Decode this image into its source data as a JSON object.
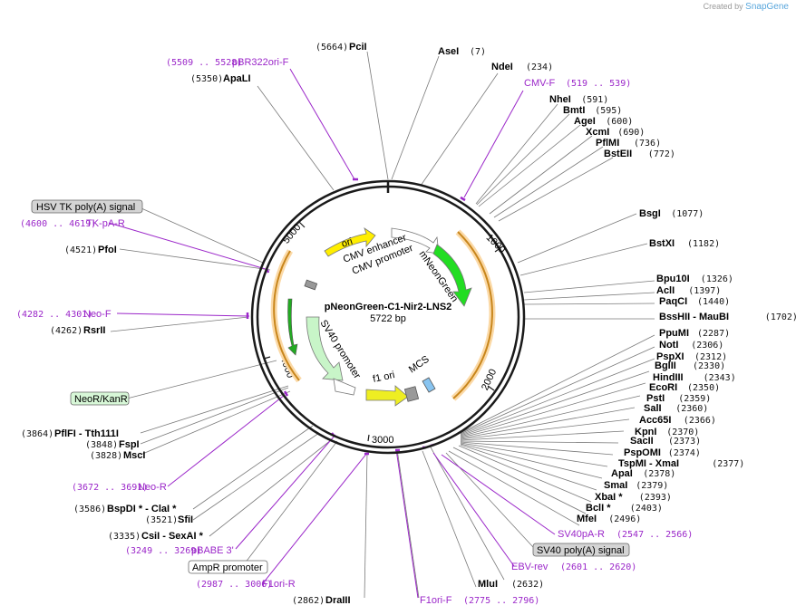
{
  "credit": {
    "prefix": "Created by",
    "brand": "SnapGene"
  },
  "plasmid": {
    "name": "pNeonGreen-C1-Nir2-LNS2",
    "size": "5722 bp"
  },
  "ticks": [
    "1000",
    "2000",
    "3000",
    "4000",
    "5000"
  ],
  "features_on_map": {
    "ori": "ori",
    "cmv_enhancer": "CMV enhancer",
    "cmv_promoter": "CMV promoter",
    "mneongreen": "mNeonGreen",
    "sv40_promoter": "SV40 promoter",
    "f1_ori": "f1 ori",
    "mcs": "MCS"
  },
  "boxed": {
    "hsv_tk": "HSV TK poly(A) signal",
    "neor_kanr": "NeoR/KanR",
    "ampr_promoter": "AmpR promoter",
    "sv40_polya": "SV40 poly(A) signal"
  },
  "right_labels": [
    {
      "name": "NheI",
      "pos": "(591)"
    },
    {
      "name": "BmtI",
      "pos": "(595)"
    },
    {
      "name": "AgeI",
      "pos": "(600)"
    },
    {
      "name": "XcmI",
      "pos": "(690)"
    },
    {
      "name": "PflMI",
      "pos": "(736)"
    },
    {
      "name": "BstEII",
      "pos": "(772)"
    },
    {
      "name": "BsgI",
      "pos": "(1077)"
    },
    {
      "name": "BstXI",
      "pos": "(1182)"
    },
    {
      "name": "Bpu10I",
      "pos": "(1326)"
    },
    {
      "name": "AclI",
      "pos": "(1397)"
    },
    {
      "name": "PaqCI",
      "pos": "(1440)"
    },
    {
      "name": "BssHII   - MauBI",
      "pos": "(1702)"
    },
    {
      "name": "PpuMI",
      "pos": "(2287)"
    },
    {
      "name": "NotI",
      "pos": "(2306)"
    },
    {
      "name": "PspXI",
      "pos": "(2312)"
    },
    {
      "name": "BglII",
      "pos": "(2330)"
    },
    {
      "name": "HindIII",
      "pos": "(2343)"
    },
    {
      "name": "EcoRI",
      "pos": "(2350)"
    },
    {
      "name": "PstI",
      "pos": "(2359)"
    },
    {
      "name": "SalI",
      "pos": "(2360)"
    },
    {
      "name": "Acc65I",
      "pos": "(2366)"
    },
    {
      "name": "KpnI",
      "pos": "(2370)"
    },
    {
      "name": "SacII",
      "pos": "(2373)"
    },
    {
      "name": "PspOMI",
      "pos": "(2374)"
    },
    {
      "name": "TspMI   - XmaI",
      "pos": "(2377)"
    },
    {
      "name": "ApaI",
      "pos": "(2378)"
    },
    {
      "name": "SmaI",
      "pos": "(2379)"
    },
    {
      "name": "XbaI *",
      "pos": "(2393)"
    },
    {
      "name": "BclI *",
      "pos": "(2403)"
    },
    {
      "name": "MfeI",
      "pos": "(2496)"
    }
  ],
  "top_labels": {
    "pcii": {
      "name": "PciI",
      "pos": "(5664)"
    },
    "asei": {
      "name": "AseI",
      "pos": "(7)"
    },
    "ndei": {
      "name": "NdeI",
      "pos": "(234)"
    },
    "apali": {
      "name": "ApaLI",
      "pos": "(5350)"
    },
    "pbr322": {
      "name": "pBR322ori-F",
      "pos": "(5509 .. 5528)"
    },
    "cmvf": {
      "name": "CMV-F",
      "pos": "(519 .. 539)"
    }
  },
  "left_labels": {
    "tkpa": {
      "name": "TK-pA-R",
      "pos": "(4600 .. 4619)"
    },
    "pfoi": {
      "name": "PfoI",
      "pos": "(4521)"
    },
    "neof": {
      "name": "Neo-F",
      "pos": "(4282 .. 4301)"
    },
    "rsrii": {
      "name": "RsrII",
      "pos": "(4262)"
    },
    "pflfi": {
      "name": "PflFI   - Tth111I",
      "pos": "(3864)"
    },
    "fspi": {
      "name": "FspI",
      "pos": "(3848)"
    },
    "msci": {
      "name": "MscI",
      "pos": "(3828)"
    },
    "neor": {
      "name": "Neo-R",
      "pos": "(3672 .. 3691)"
    },
    "bspdi": {
      "name": "BspDI *   - ClaI *",
      "pos": "(3586)"
    },
    "sfii": {
      "name": "SfiI",
      "pos": "(3521)"
    },
    "csii": {
      "name": "CsiI   - SexAI *",
      "pos": "(3335)"
    },
    "pbabe": {
      "name": "pBABE 3'",
      "pos": "(3249 .. 3269)"
    }
  },
  "bottom_labels": {
    "f1orir": {
      "name": "F1ori-R",
      "pos": "(2987 .. 3006)"
    },
    "draiii": {
      "name": "DraIII",
      "pos": "(2862)"
    },
    "f1orif": {
      "name": "F1ori-F",
      "pos": "(2775 .. 2796)"
    },
    "mlui": {
      "name": "MluI",
      "pos": "(2632)"
    },
    "ebvrev": {
      "name": "EBV-rev",
      "pos": "(2601 .. 2620)"
    },
    "sv40par": {
      "name": "SV40pA-R",
      "pos": "(2547 .. 2566)"
    }
  },
  "colors": {
    "backbone": "#1a1a1a",
    "ori": "#ffee00",
    "mneongreen": "#22dd22",
    "sv40_promoter": "#c8f5c8",
    "f1_ori": "#eeee22",
    "mcs": "#88c4f0",
    "orange_orf": "#f5a623",
    "primer": "#9b27c9",
    "line": "#7a7a7a"
  }
}
